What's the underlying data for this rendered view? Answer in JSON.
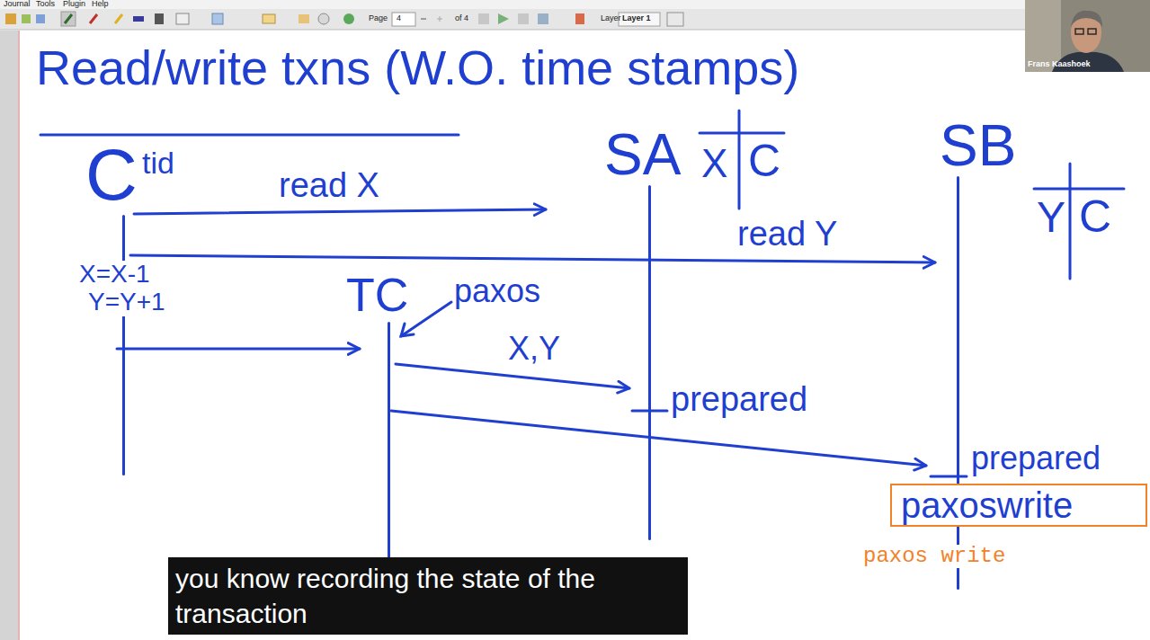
{
  "diagram": {
    "title": "Read/write txns (W.O. time stamps)",
    "caption": "you know recording the state of the transaction",
    "nodes": [
      {
        "text": [
          "C"
        ]
      },
      {
        "text": [
          "SA"
        ]
      },
      {
        "text": [
          "SB"
        ]
      },
      {
        "text": [
          "TC"
        ]
      },
      {
        "text": [
          "paxoswrite"
        ]
      }
    ],
    "edges": [
      {
        "from": 0,
        "to": 1,
        "label": "read X",
        "arrow": "to"
      },
      {
        "from": 0,
        "to": 2,
        "label": "read Y",
        "arrow": "to"
      },
      {
        "from": 0,
        "to": 3,
        "arrow": "to"
      },
      {
        "from": 3,
        "to": 1,
        "label": "X,Y",
        "arrow": "to"
      },
      {
        "from": 3,
        "to": 2,
        "arrow": "to"
      }
    ],
    "labels": [
      "Journal",
      "Tools",
      "Plugin",
      "Help",
      "Page",
      "4",
      "of 4",
      "Layer",
      "Layer 1",
      "Frans Kaashoek",
      "tid",
      "X",
      "C",
      "Y",
      "C",
      "X=X-1",
      "Y=Y+1",
      "paxos",
      "prepared",
      "prepared",
      "paxos write"
    ]
  }
}
